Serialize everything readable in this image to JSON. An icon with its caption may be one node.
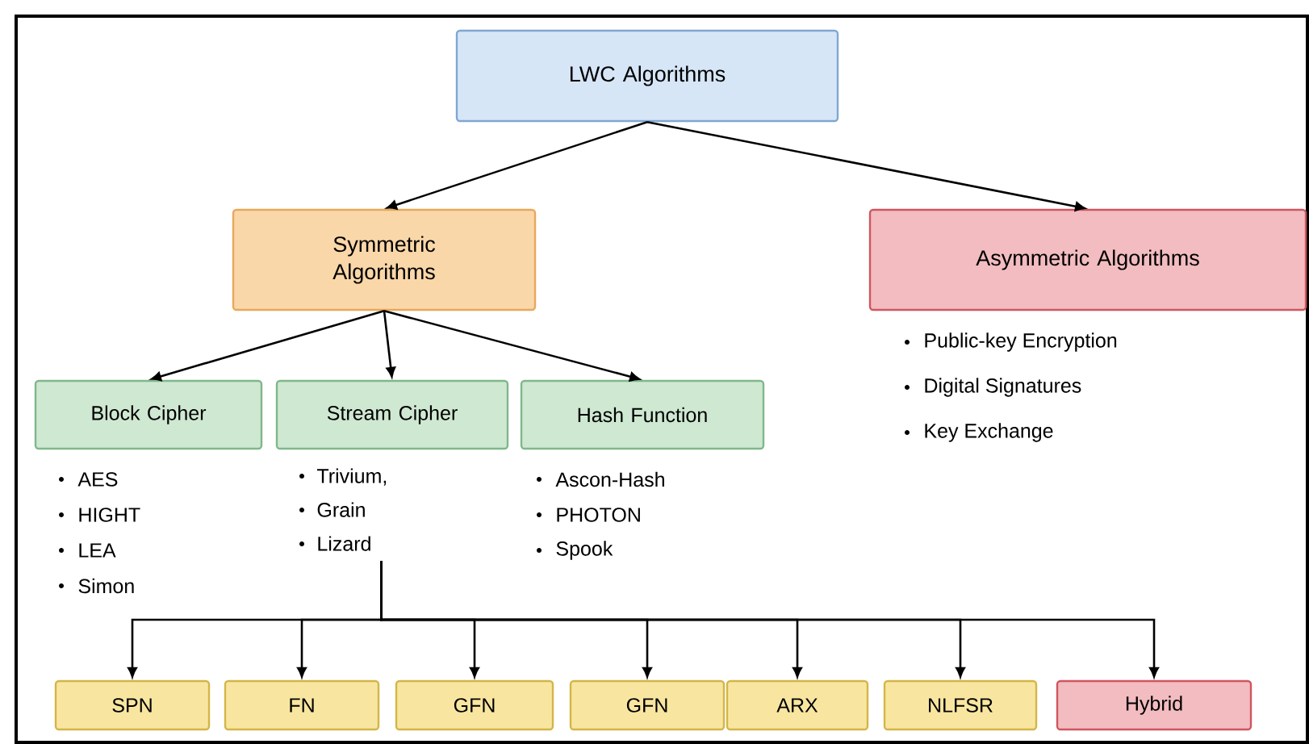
{
  "diagram": {
    "nodes": [
      {
        "text": [
          "LWC Algorithms"
        ]
      },
      {
        "text": [
          "Symmetric Algorithms"
        ]
      },
      {
        "text": [
          "Asymmetric Algorithms"
        ],
        "beside": [
          "Public-key Encryption",
          "Digital Signatures",
          "Key Exchange"
        ]
      },
      {
        "text": [
          "Block Cipher"
        ],
        "beside": [
          "AES",
          "HIGHT",
          "LEA",
          "Simon"
        ]
      },
      {
        "text": [
          "Stream Cipher"
        ]
      },
      {
        "text": [
          "Hash Function"
        ],
        "beside": [
          "Ascon-Hash",
          "PHOTON",
          "Spook"
        ]
      },
      {
        "text": [
          "Trivium,",
          "Grain",
          "Lizard"
        ]
      },
      {
        "text": [
          "SPN"
        ]
      },
      {
        "text": [
          "FN"
        ]
      },
      {
        "text": [
          "GFN"
        ]
      },
      {
        "text": [
          "GFN"
        ]
      },
      {
        "text": [
          "ARX"
        ]
      },
      {
        "text": [
          "NLFSR"
        ]
      },
      {
        "text": [
          "Hybrid"
        ]
      }
    ],
    "edges": [
      {
        "from": 0,
        "to": 1,
        "arrow": "to"
      },
      {
        "from": 0,
        "to": 2,
        "arrow": "to"
      },
      {
        "from": 1,
        "to": 3,
        "arrow": "to"
      },
      {
        "from": 1,
        "to": 4,
        "arrow": "to"
      },
      {
        "from": 1,
        "to": 5,
        "arrow": "to"
      },
      {
        "from": 6,
        "to": 7,
        "arrow": "to"
      },
      {
        "from": 6,
        "to": 8,
        "arrow": "to"
      },
      {
        "from": 6,
        "to": 9,
        "arrow": "to"
      },
      {
        "from": 6,
        "to": 10,
        "arrow": "to"
      },
      {
        "from": 6,
        "to": 11,
        "arrow": "to"
      },
      {
        "from": 6,
        "to": 12,
        "arrow": "to"
      },
      {
        "from": 6,
        "to": 13,
        "arrow": "to"
      }
    ]
  }
}
